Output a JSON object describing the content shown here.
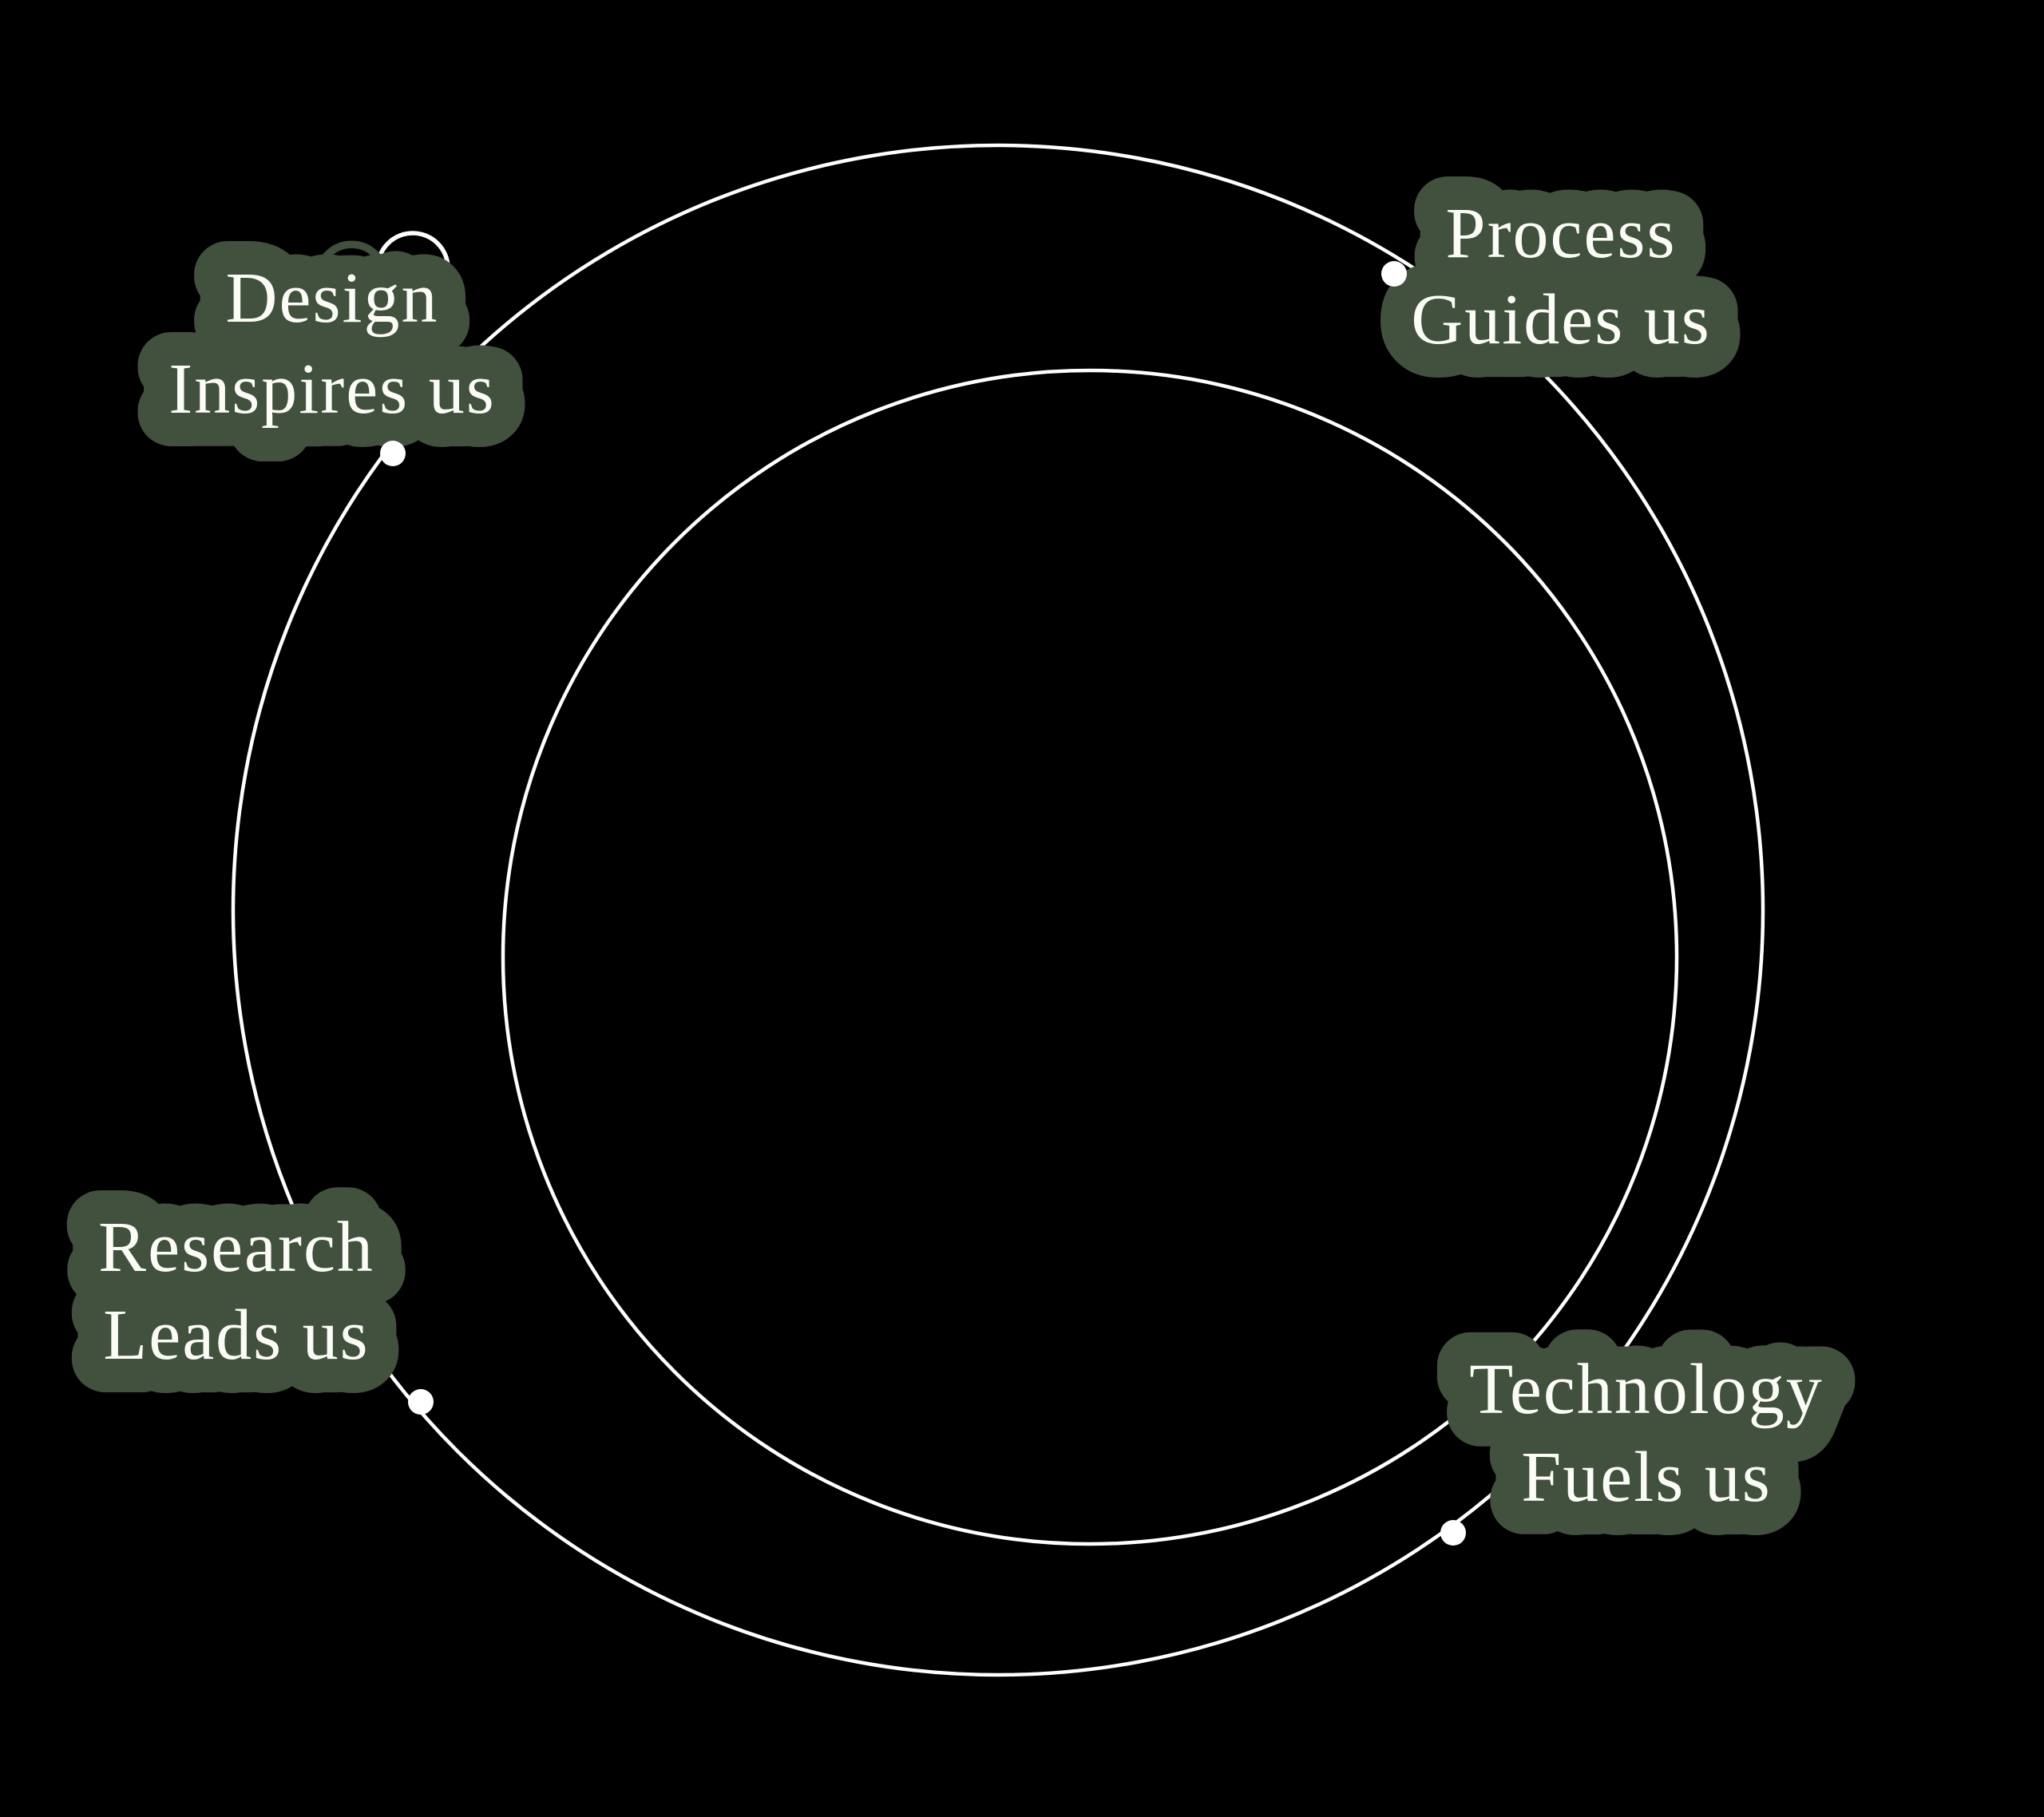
{
  "diagram": {
    "colors": {
      "background": "#000000",
      "label-green": "#42503e",
      "text-white": "#fcfcf7",
      "line-white": "#ffffff"
    },
    "labels": [
      {
        "id": "design",
        "line1": "Design",
        "line2": "Inspires us"
      },
      {
        "id": "process",
        "line1": "Process",
        "line2": "Guides us"
      },
      {
        "id": "research",
        "line1": "Research",
        "line2": "Leads us"
      },
      {
        "id": "technology",
        "line1": "Technology",
        "line2": "Fuels us"
      }
    ]
  }
}
